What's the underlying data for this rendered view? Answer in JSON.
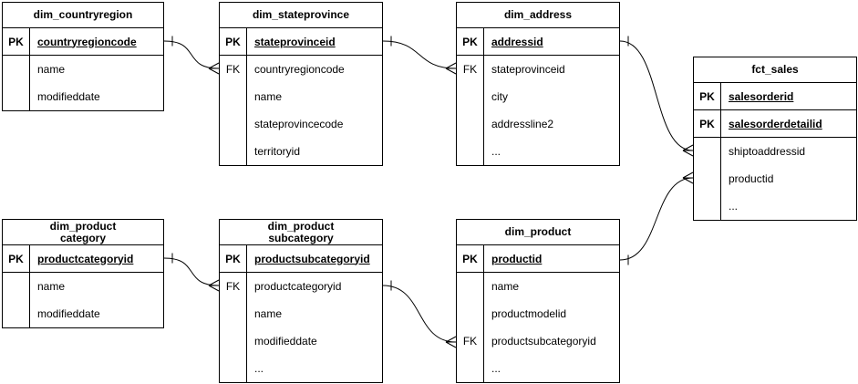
{
  "colors": {
    "background": "#ffffff",
    "line": "#000000",
    "text": "#000000"
  },
  "diagram": {
    "tables": [
      {
        "name": "dim_countryregion",
        "title_lines": [
          "dim_countryregion"
        ],
        "rows": [
          {
            "key": "PK",
            "field": "countryregioncode"
          },
          {
            "key": "",
            "field": "name"
          },
          {
            "key": "",
            "field": "modifieddate"
          }
        ]
      },
      {
        "name": "dim_stateprovince",
        "title_lines": [
          "dim_stateprovince"
        ],
        "rows": [
          {
            "key": "PK",
            "field": "stateprovinceid"
          },
          {
            "key": "FK",
            "field": "countryregioncode"
          },
          {
            "key": "",
            "field": "name"
          },
          {
            "key": "",
            "field": "stateprovincecode"
          },
          {
            "key": "",
            "field": "territoryid"
          }
        ]
      },
      {
        "name": "dim_address",
        "title_lines": [
          "dim_address"
        ],
        "rows": [
          {
            "key": "PK",
            "field": "addressid"
          },
          {
            "key": "FK",
            "field": "stateprovinceid"
          },
          {
            "key": "",
            "field": "city"
          },
          {
            "key": "",
            "field": "addressline2"
          },
          {
            "key": "",
            "field": "..."
          }
        ]
      },
      {
        "name": "fct_sales",
        "title_lines": [
          "fct_sales"
        ],
        "rows": [
          {
            "key": "PK",
            "field": "salesorderid"
          },
          {
            "key": "PK",
            "field": "salesorderdetailid"
          },
          {
            "key": "",
            "field": "shiptoaddressid"
          },
          {
            "key": "",
            "field": "productid"
          },
          {
            "key": "",
            "field": "..."
          }
        ]
      },
      {
        "name": "dim_productcategory",
        "title_lines": [
          "dim_product",
          "category"
        ],
        "rows": [
          {
            "key": "PK",
            "field": "productcategoryid"
          },
          {
            "key": "",
            "field": "name"
          },
          {
            "key": "",
            "field": "modifieddate"
          }
        ]
      },
      {
        "name": "dim_productsubcategory",
        "title_lines": [
          "dim_product",
          "subcategory"
        ],
        "rows": [
          {
            "key": "PK",
            "field": "productsubcategoryid"
          },
          {
            "key": "FK",
            "field": "productcategoryid"
          },
          {
            "key": "",
            "field": "name"
          },
          {
            "key": "",
            "field": "modifieddate"
          },
          {
            "key": "",
            "field": "..."
          }
        ]
      },
      {
        "name": "dim_product",
        "title_lines": [
          "dim_product"
        ],
        "rows": [
          {
            "key": "PK",
            "field": "productid"
          },
          {
            "key": "",
            "field": "name"
          },
          {
            "key": "",
            "field": "productmodelid"
          },
          {
            "key": "FK",
            "field": "productsubcategoryid"
          },
          {
            "key": "",
            "field": "..."
          }
        ]
      }
    ],
    "relationships": [
      {
        "from": "dim_countryregion.countryregioncode",
        "to": "dim_stateprovince.countryregioncode",
        "cardinality": "one-to-many"
      },
      {
        "from": "dim_stateprovince.stateprovinceid",
        "to": "dim_address.stateprovinceid",
        "cardinality": "one-to-many"
      },
      {
        "from": "dim_address.addressid",
        "to": "fct_sales.shiptoaddressid",
        "cardinality": "one-to-many"
      },
      {
        "from": "dim_product.productid",
        "to": "fct_sales.productid",
        "cardinality": "one-to-many"
      },
      {
        "from": "dim_productcategory.productcategoryid",
        "to": "dim_productsubcategory.productcategoryid",
        "cardinality": "one-to-many"
      },
      {
        "from": "dim_productsubcategory.productsubcategoryid",
        "to": "dim_product.productsubcategoryid",
        "cardinality": "one-to-many"
      }
    ]
  }
}
